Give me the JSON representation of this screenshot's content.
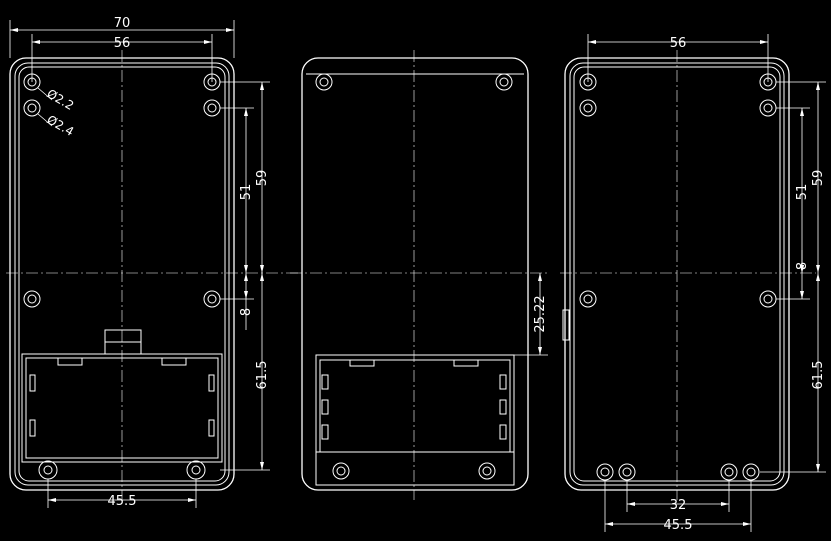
{
  "colors": {
    "background": "#000000",
    "line": "#ffffff"
  },
  "views": {
    "front": {
      "dim_width": "70",
      "dim_hole_spacing_top": "56",
      "dim_hole_d1": "Ø2.2",
      "dim_hole_d2": "Ø2.4",
      "dim_v_59": "59",
      "dim_v_51": "51",
      "dim_v_8": "8",
      "dim_v_61_5": "61.5",
      "dim_hole_spacing_bottom": "45.5"
    },
    "middle": {
      "dim_v_25_22": "25.22"
    },
    "back": {
      "dim_hole_spacing_top": "56",
      "dim_v_59": "59",
      "dim_v_51": "51",
      "dim_v_8": "8",
      "dim_v_61_5": "61.5",
      "dim_inner_spacing": "32",
      "dim_outer_spacing": "45.5"
    }
  }
}
